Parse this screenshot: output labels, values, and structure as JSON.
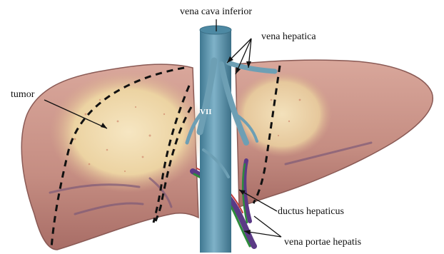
{
  "labels": {
    "vena_cava": "vena cava inferior",
    "vena_hepatica": "vena hepatica",
    "tumor": "tumor",
    "ductus": "ductus hepaticus",
    "vena_portae": "vena portae hepatis",
    "segment_mark": "VII"
  },
  "colors": {
    "background": "#ffffff",
    "liver_fill": "#c99488",
    "liver_outline": "#8a5a55",
    "tumor_fill": "#efd7a8",
    "vena_cava": "#5f95ad",
    "hepatic_veins": "#6d9fb4",
    "bile_duct": "#2e8b3c",
    "portal_vein": "#5b3a86",
    "hepatic_artery": "#c23b3b",
    "resection_line": "#111111",
    "annotation_line": "#111111"
  }
}
